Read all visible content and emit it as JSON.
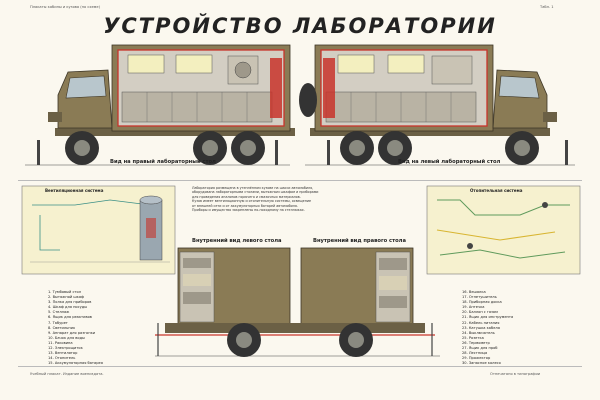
{
  "header": {
    "left_note": "Плакаты кабины и кузова (по схеме)",
    "right_note": "Табл. 1"
  },
  "title": "УСТРОЙСТВО ЛАБОРАТОРИИ",
  "captions": {
    "view_right": "Вид на правый лабораторный стол",
    "view_left": "Вид на левый лабораторный стол",
    "rear_left": "Внутренний вид левого стола",
    "rear_right": "Внутренний вид правого стола",
    "vent_scheme": "Вентиляционная система",
    "heat_scheme": "Отопительная система"
  },
  "center_note": [
    "Лаборатория размещена в утеплённом кузове на шасси автомобиля,",
    "оборудована лабораторными столами, вытяжным шкафом и приборами",
    "для проведения анализов горючего и смазочных материалов.",
    "Кузов имеет вентиляционную и отопительную системы, освещение",
    "от внешней сети и от аккумуляторных батарей автомобиля.",
    "Приборы и имущество закреплены по-походному на стеллажах."
  ],
  "legend_left": [
    "1. Тумбовый стол",
    "2. Вытяжной шкаф",
    "3. Полка для приборов",
    "4. Шкаф для посуды",
    "5. Стеллаж",
    "6. Ящик для реактивов",
    "7. Табурет",
    "8. Светильник",
    "9. Аппарат для разгонки",
    "10. Бачок для воды",
    "11. Раковина",
    "12. Электрощиток",
    "13. Вентилятор",
    "14. Отопитель",
    "15. Аккумуляторная батарея"
  ],
  "legend_right": [
    "16. Вешалка",
    "17. Огнетушитель",
    "18. Приборная доска",
    "19. Аптечка",
    "20. Баллон с газом",
    "21. Ящик для инструмента",
    "22. Кабель питания",
    "23. Катушка кабеля",
    "24. Выключатель",
    "25. Розетка",
    "26. Термометр",
    "27. Ящик для проб",
    "28. Лестница",
    "29. Прожектор",
    "30. Запасное колесо"
  ],
  "footer": {
    "left": "Учебный плакат. Издание воениздата.",
    "right": "Отпечатано в типографии"
  },
  "colors": {
    "olive": "#8a7b55",
    "panel": "#c9c3b4",
    "red": "#c8342b",
    "yellow": "#f3efbf",
    "green": "#5f9a5c"
  }
}
